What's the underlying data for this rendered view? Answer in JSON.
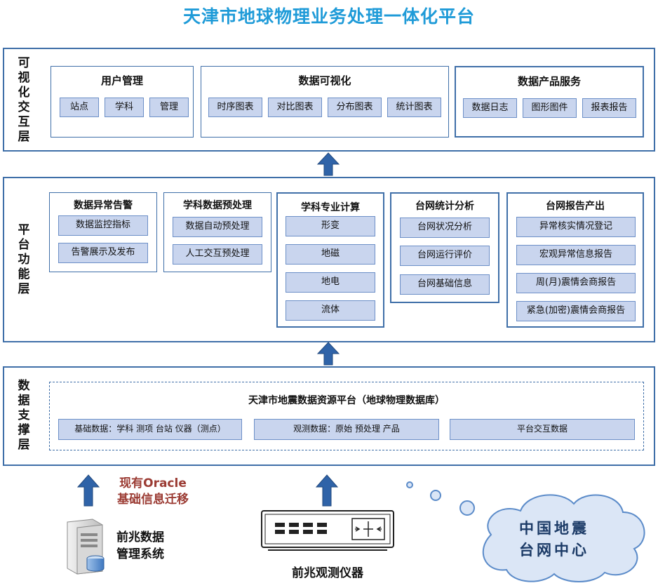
{
  "title": "天津市地球物理业务处理一体化平台",
  "layers": {
    "top": {
      "label": "可视化交互层",
      "groups": [
        {
          "title": "用户管理",
          "items": [
            "站点",
            "学科",
            "管理"
          ]
        },
        {
          "title": "数据可视化",
          "items": [
            "时序图表",
            "对比图表",
            "分布图表",
            "统计图表"
          ]
        },
        {
          "title": "数据产品服务",
          "items": [
            "数据日志",
            "图形图件",
            "报表报告"
          ]
        }
      ]
    },
    "middle": {
      "label": "平台功能层",
      "groups": [
        {
          "title": "数据异常告警",
          "items": [
            "数据监控指标",
            "告警展示及发布"
          ]
        },
        {
          "title": "学科数据预处理",
          "items": [
            "数据自动预处理",
            "人工交互预处理"
          ]
        },
        {
          "title": "学科专业计算",
          "items": [
            "形变",
            "地磁",
            "地电",
            "流体"
          ]
        },
        {
          "title": "台网统计分析",
          "items": [
            "台网状况分析",
            "台网运行评价",
            "台网基础信息"
          ]
        },
        {
          "title": "台网报告产出",
          "items": [
            "异常核实情况登记",
            "宏观异常信息报告",
            "周(月)震情会商报告",
            "紧急(加密)震情会商报告"
          ]
        }
      ]
    },
    "bottom": {
      "label": "数据支撑层",
      "platform_title": "天津市地震数据资源平台（地球物理数据库）",
      "items": [
        "基础数据：学科  测项  台站  仪器（测点）",
        "观测数据：原始   预处理   产品",
        "平台交互数据"
      ]
    }
  },
  "sources": {
    "migration_note_line1": "现有Oracle",
    "migration_note_line2": "基础信息迁移",
    "db_system_line1": "前兆数据",
    "db_system_line2": "管理系统",
    "instrument_label": "前兆观测仪器",
    "cloud_line1": "中国地震",
    "cloud_line2": "台网中心"
  },
  "colors": {
    "title": "#1f9bd8",
    "border": "#3f6fa8",
    "box_fill": "#c9d5ee",
    "arrow": "#2f63a8",
    "migration_note": "#9b3b33",
    "cloud_fill": "#dbe6f6"
  }
}
